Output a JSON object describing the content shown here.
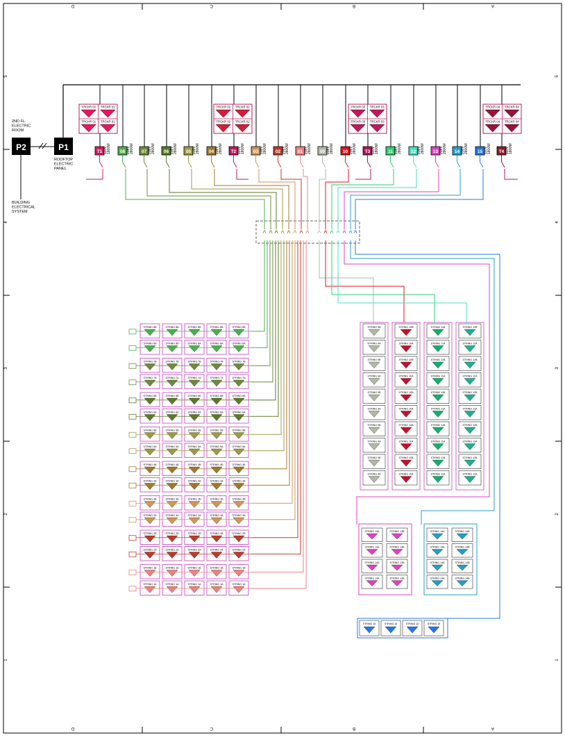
{
  "border": {
    "col_labels": [
      "D",
      "C",
      "B",
      "A"
    ],
    "row_labels": [
      "5",
      "4",
      "3",
      "2",
      "1"
    ]
  },
  "rooms": {
    "p2_label": "P2",
    "p2_desc": [
      "2ND FL.",
      "ELECTRIC",
      "ROOM"
    ],
    "p1_label": "P1",
    "p1_desc": [
      "ROOFTOP",
      "ELECTRIC",
      "PANEL"
    ],
    "building_desc": [
      "BUILDING",
      "ELECTRICAL",
      "SYSTEM"
    ]
  },
  "trackers": [
    {
      "labels": [
        "TRCKR 01",
        "TRCKR 01",
        "TRCKR 01",
        "TRCKR 01"
      ],
      "color": "#e8175d"
    },
    {
      "labels": [
        "TRCKR 02",
        "TRCKR 02",
        "TRCKR 02",
        "TRCKR 02"
      ],
      "color": "#d81b3c"
    },
    {
      "labels": [
        "TRCKR 03",
        "TRCKR 03",
        "TRCKR 03",
        "TRCKR 03"
      ],
      "color": "#c2185b"
    },
    {
      "labels": [
        "TRCKR 04",
        "TRCKR 04",
        "TRCKR 04",
        "TRCKR 04"
      ],
      "color": "#9b1239"
    }
  ],
  "breakers": [
    {
      "id": "T1",
      "color": "#d81b60",
      "volt": "110V",
      "watt": "1800W"
    },
    {
      "id": "08",
      "color": "#4caf50",
      "volt": "208V",
      "watt": "2800W"
    },
    {
      "id": "07",
      "color": "#6d8a3e",
      "volt": "208V",
      "watt": "2800W"
    },
    {
      "id": "06",
      "color": "#5a7a2a",
      "volt": "208V",
      "watt": "2800W"
    },
    {
      "id": "05",
      "color": "#9e9a45",
      "volt": "208V",
      "watt": "2800W"
    },
    {
      "id": "04",
      "color": "#a0782a",
      "volt": "208V",
      "watt": "2800W"
    },
    {
      "id": "T2",
      "color": "#c2185b",
      "volt": "110V",
      "watt": "1800W"
    },
    {
      "id": "03",
      "color": "#d2955a",
      "volt": "208V",
      "watt": "2800W"
    },
    {
      "id": "02",
      "color": "#c0392b",
      "volt": "208V",
      "watt": "2800W"
    },
    {
      "id": "01",
      "color": "#f08080",
      "volt": "208V",
      "watt": "2800W"
    },
    {
      "id": "09",
      "color": "#b0b8a8",
      "volt": "208V",
      "watt": "2800W"
    },
    {
      "id": "10",
      "color": "#e01020",
      "volt": "208V",
      "watt": "2800W"
    },
    {
      "id": "T3",
      "color": "#ad1457",
      "volt": "110V",
      "watt": "1800W"
    },
    {
      "id": "11",
      "color": "#2ecc71",
      "volt": "208V",
      "watt": "2800W"
    },
    {
      "id": "12",
      "color": "#40e0c0",
      "volt": "208V",
      "watt": "2800W"
    },
    {
      "id": "13",
      "color": "#e040c0",
      "volt": "208V",
      "watt": "2800W"
    },
    {
      "id": "14",
      "color": "#20a0d0",
      "volt": "208V",
      "watt": "2800W"
    },
    {
      "id": "15",
      "color": "#2277ee",
      "volt": "110V",
      "watt": "1800W"
    },
    {
      "id": "T4",
      "color": "#8b1a2e",
      "volt": "110V",
      "watt": "1800W"
    }
  ],
  "left_array": {
    "rows": [
      "8B",
      "8A",
      "7B",
      "7A",
      "6B",
      "6A",
      "5B",
      "5A",
      "4B",
      "4A",
      "3B",
      "3A",
      "2B",
      "2A",
      "1B",
      "1A"
    ],
    "colors": [
      "#4caf50",
      "#4caf50",
      "#6d8a3e",
      "#6d8a3e",
      "#5a7a2a",
      "#5a7a2a",
      "#9e9a45",
      "#9e9a45",
      "#a0782a",
      "#a0782a",
      "#d2955a",
      "#d2955a",
      "#c0392b",
      "#c0392b",
      "#f08080",
      "#f08080"
    ],
    "label_prefix": "STRING"
  },
  "right_columns": [
    {
      "labels": [
        "9B",
        "9A",
        "9B",
        "9A",
        "9B",
        "9A",
        "9B",
        "9A",
        "9B",
        "9A"
      ],
      "color": "#b0b8a8"
    },
    {
      "labels": [
        "10B",
        "10A",
        "10B",
        "10A",
        "10B",
        "10A",
        "10B",
        "10A",
        "10B",
        "10A"
      ],
      "color": "#c8102e"
    },
    {
      "labels": [
        "11B",
        "11A",
        "11B",
        "11A",
        "11B",
        "11A",
        "11B",
        "11A",
        "11B",
        "11A"
      ],
      "color": "#10b070"
    },
    {
      "labels": [
        "12B",
        "12A",
        "12B",
        "12A",
        "12B",
        "12A",
        "12B",
        "12A",
        "12B",
        "12A"
      ],
      "color": "#20b090"
    }
  ],
  "group13": {
    "labels": [
      "13A",
      "13B",
      "13A",
      "13B",
      "13A",
      "13B",
      "13A",
      "13B"
    ],
    "color": "#e040c0"
  },
  "group14": {
    "labels": [
      "14A",
      "14B",
      "14A",
      "14B",
      "14A",
      "14B",
      "14A",
      "14B"
    ],
    "color": "#20a0c0"
  },
  "group15": {
    "labels": [
      "15",
      "15",
      "15",
      "15"
    ],
    "color": "#2277ee"
  }
}
